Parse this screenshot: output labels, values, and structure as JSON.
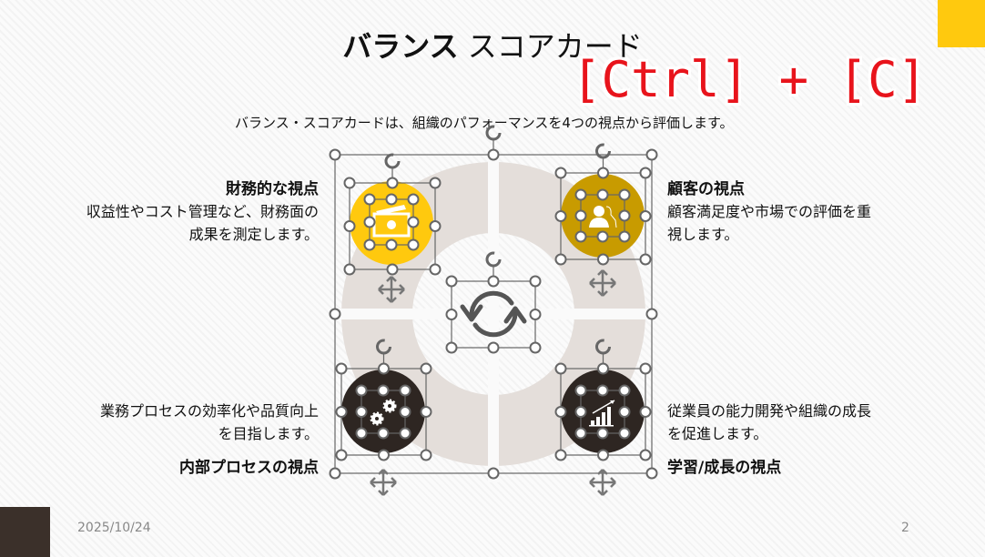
{
  "slide": {
    "title_bold": "バランス",
    "title_rest": " スコアカード",
    "subtitle": "バランス・スコアカードは、組織のパフォーマンスを4つの視点から評価します。",
    "quadrants": [
      {
        "title": "財務的な視点",
        "lines": [
          "収益性やコスト管理など、財務面の",
          "成果を測定します。"
        ],
        "icon": "money-icon",
        "color": "#FFC90E"
      },
      {
        "title": "顧客の視点",
        "lines": [
          "顧客満足度や市場での評価を重",
          "視します。"
        ],
        "icon": "customer-icon",
        "color": "#C89B00"
      },
      {
        "title": "内部プロセスの視点",
        "lines": [
          "業務プロセスの効率化や品質向上",
          "を目指します。"
        ],
        "icon": "gears-icon",
        "color": "#2E2622"
      },
      {
        "title": "学習/成長の視点",
        "lines": [
          "従業員の能力開発や組織の成長",
          "を促進します。"
        ],
        "icon": "growth-chart-icon",
        "color": "#2E2622"
      }
    ],
    "center_icon": "cycle-arrows-icon",
    "ring_color": "#E4DEDA",
    "date": "2025/10/24",
    "page_number": "2"
  },
  "overlay": {
    "shortcut": "[Ctrl] + [C]",
    "color": "#E8141C"
  },
  "accents": {
    "top_right_square": "#FFC90E",
    "bottom_left_square": "#3B302A"
  }
}
